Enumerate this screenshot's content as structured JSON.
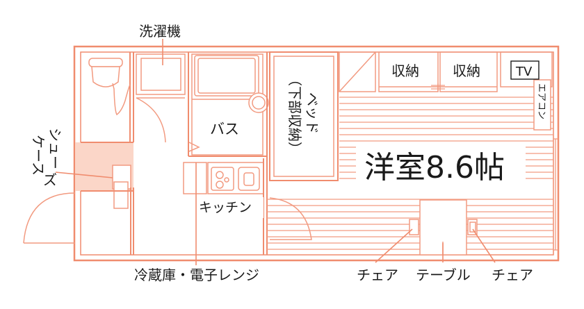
{
  "labels": {
    "washing_machine": "洗濯機",
    "shoe_case_col1": "シュー",
    "shoe_case_col2": "ケース",
    "shoe_case_col3": "ズ",
    "bath": "バス",
    "bed_col1": "ベッド",
    "bed_col2": "（下部収納）",
    "storage_left": "収納",
    "storage_right": "収納",
    "tv": "TV",
    "aircon": "エアコン",
    "room": "洋室8.6帖",
    "kitchen": "キッチン",
    "fridge_microwave": "冷蔵庫・電子レンジ",
    "chair_left": "チェア",
    "table": "テーブル",
    "chair_right": "チェア"
  },
  "colors": {
    "wall": "#f08c6e",
    "wall_fill": "#fbd6c8",
    "line": "#f29a80",
    "text": "#1a1a1a"
  }
}
